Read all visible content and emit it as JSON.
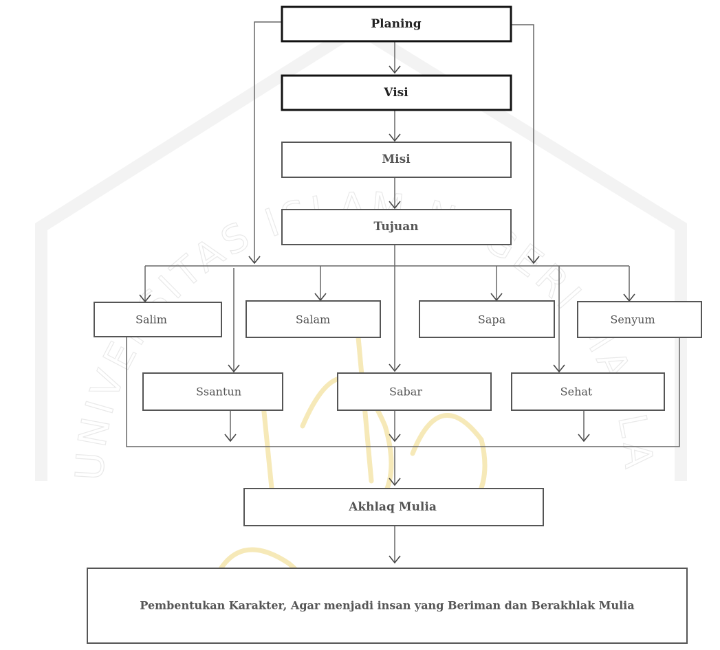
{
  "diagram": {
    "nodes": {
      "planing": "Planing",
      "visi": "Visi",
      "misi": "Misi",
      "tujuan": "Tujuan",
      "salim": "Salim",
      "salam": "Salam",
      "sapa": "Sapa",
      "senyum": "Senyum",
      "ssantun": "Ssantun",
      "sabar": "Sabar",
      "sehat": "Sehat",
      "akhlaq": "Akhlaq Mulia",
      "pembentukan": "Pembentukan Karakter, Agar menjadi insan yang Beriman dan Berakhlak Mulia"
    },
    "watermark": {
      "arc_text": "UNIVERSITAS ISLAM NEGERI MAULANA MALIK IBRAHIM"
    }
  }
}
